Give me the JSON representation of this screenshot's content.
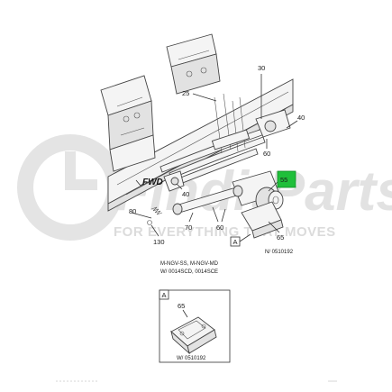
{
  "watermark": {
    "brand": "FinditParts",
    "tagline": "FOR EVERYTHING THAT MOVES"
  },
  "callouts": {
    "c30": "30",
    "c25": "25",
    "c40_right": "40",
    "c60_right": "60",
    "c55": "55",
    "c40_left": "40",
    "c80": "80",
    "c70": "70",
    "c60_bottom": "60",
    "c130": "130",
    "c65": "65",
    "view_marker_a": "A",
    "ref_number": "N/ 0510192"
  },
  "fwd_label": "FWD",
  "highlight_color": "#1fbf3a",
  "model_note": {
    "line1": "M-NGV-SS, M-NGV-MD",
    "line2": "W/ 0014SCD, 0014SCE"
  },
  "detail_view": {
    "tag": "A",
    "callout": "65",
    "ref_number": "W/ 0510192"
  }
}
